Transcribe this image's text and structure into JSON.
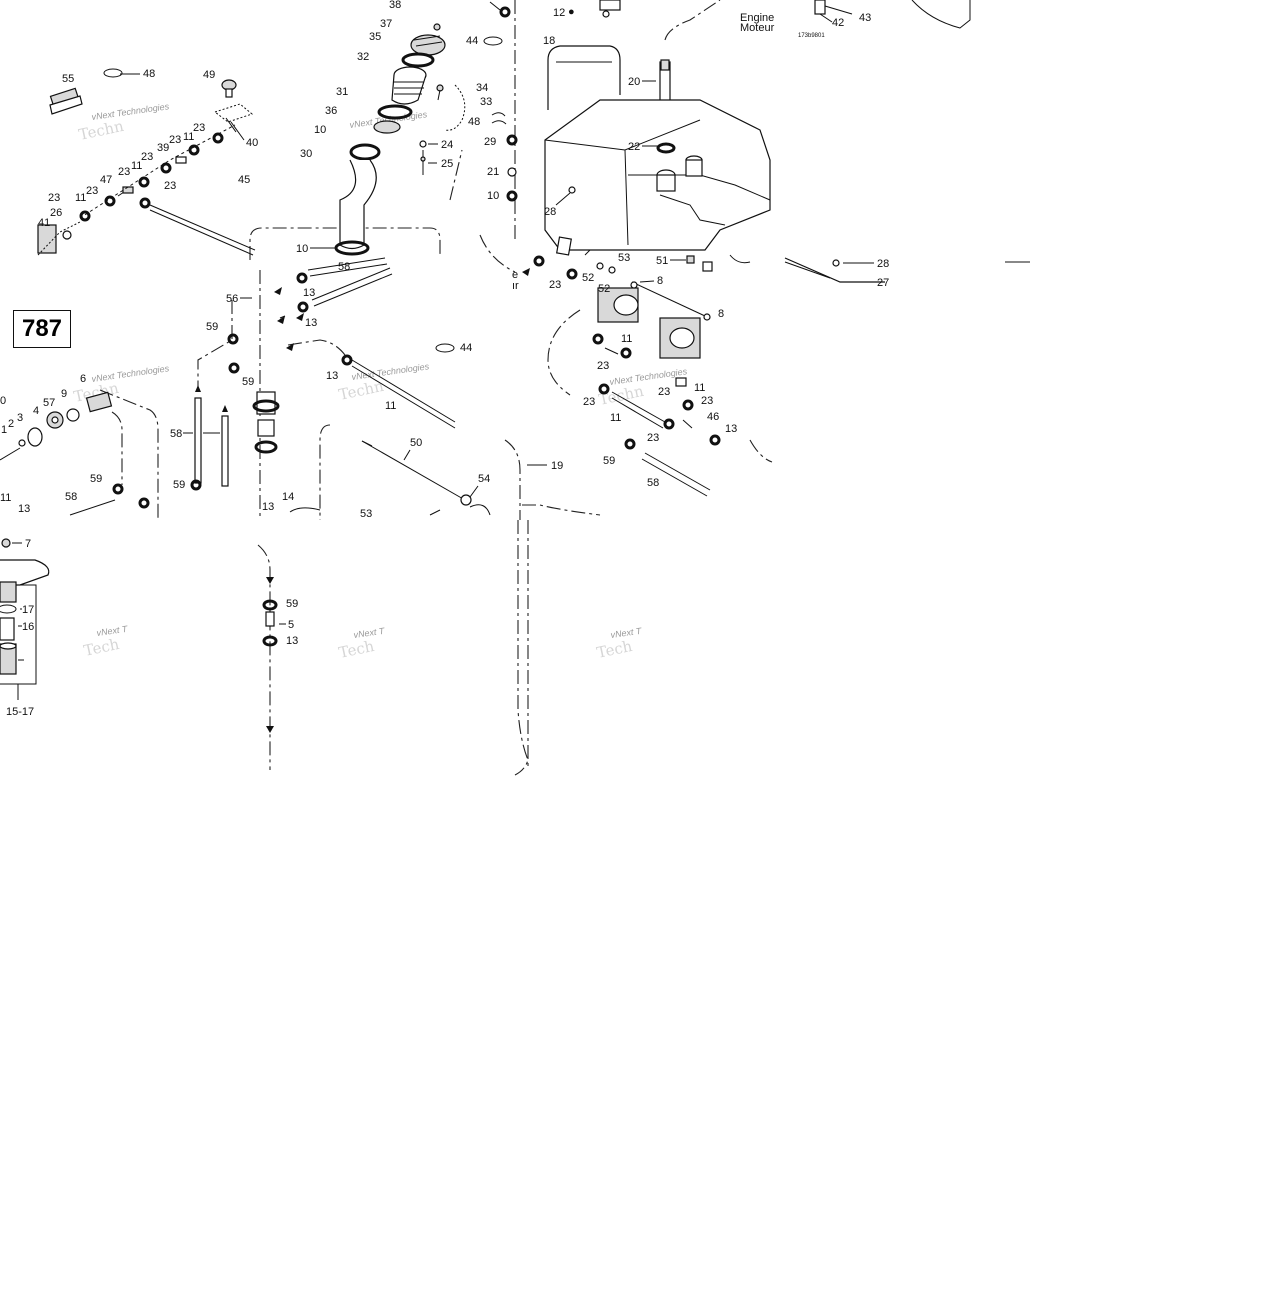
{
  "page_number": "787",
  "drawing_code": "173b9801",
  "engine_label_en": "Engine",
  "engine_label_fr": "Moteur",
  "watermark": "vNext Technologies",
  "parts": {
    "p1": "1",
    "p2": "2",
    "p3": "3",
    "p4": "4",
    "p5": "5",
    "p6": "6",
    "p7": "7",
    "p8": "8",
    "p9": "9",
    "p10": "10",
    "p11": "11",
    "p12": "12",
    "p13": "13",
    "p14": "14",
    "p15_17": "15-17",
    "p16": "16",
    "p17": "17",
    "p18": "18",
    "p19": "19",
    "p20": "20",
    "p21": "21",
    "p22": "22",
    "p23": "23",
    "p24": "24",
    "p25": "25",
    "p26": "26",
    "p27": "27",
    "p28": "28",
    "p29": "29",
    "p30": "30",
    "p31": "31",
    "p32": "32",
    "p33": "33",
    "p34": "34",
    "p35": "35",
    "p36": "36",
    "p37": "37",
    "p38": "38",
    "p39": "39",
    "p40": "40",
    "p41": "41",
    "p42": "42",
    "p43": "43",
    "p44": "44",
    "p45": "45",
    "p46": "46",
    "p47": "47",
    "p48": "48",
    "p49": "49",
    "p50": "50",
    "p51": "51",
    "p52": "52",
    "p53": "53",
    "p54": "54",
    "p55": "55",
    "p56": "56",
    "p57": "57",
    "p58": "58",
    "p59": "59"
  }
}
